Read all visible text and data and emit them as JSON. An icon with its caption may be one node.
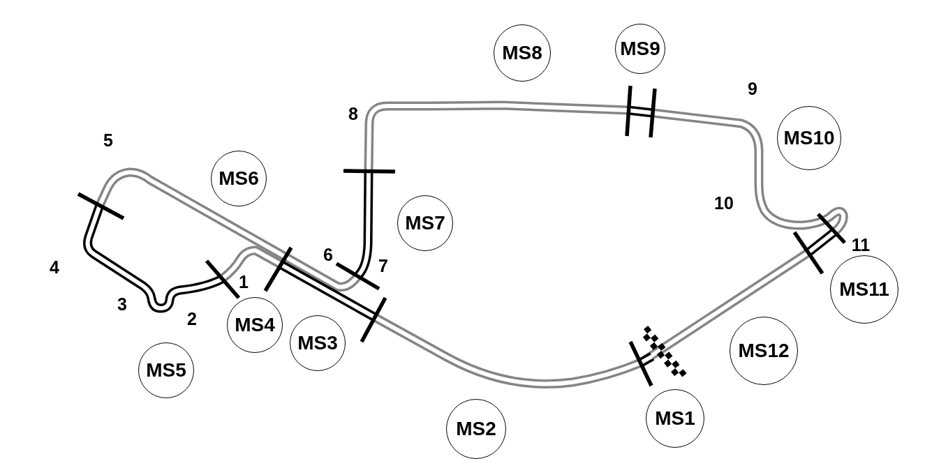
{
  "diagram": {
    "nodes": [
      {
        "text": [
          "MS8"
        ]
      },
      {
        "text": [
          "MS9"
        ]
      },
      {
        "text": [
          "MS10"
        ]
      },
      {
        "text": [
          "MS6"
        ]
      },
      {
        "text": [
          "MS7"
        ]
      },
      {
        "text": [
          "MS11"
        ]
      },
      {
        "text": [
          "MS4"
        ]
      },
      {
        "text": [
          "MS3"
        ]
      },
      {
        "text": [
          "MS12"
        ]
      },
      {
        "text": [
          "MS5"
        ]
      },
      {
        "text": [
          "MS1"
        ]
      },
      {
        "text": [
          "MS2"
        ]
      }
    ],
    "labels": [
      "9",
      "8",
      "5",
      "10",
      "4",
      "6",
      "7",
      "11",
      "1",
      "3",
      "2"
    ]
  }
}
